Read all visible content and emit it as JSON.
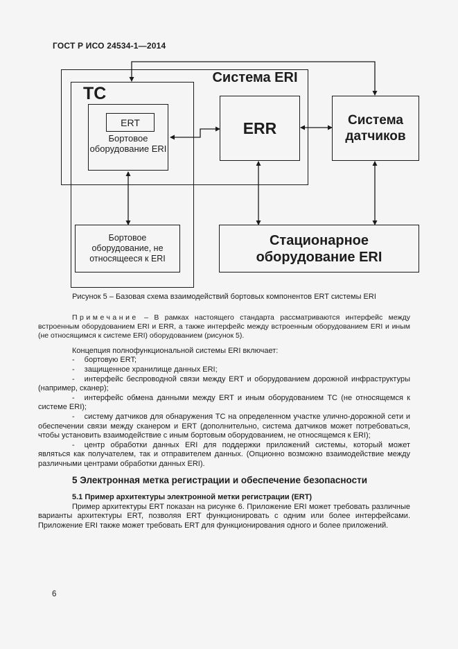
{
  "page": {
    "header": "ГОСТ Р ИСО 24534-1—2014",
    "page_number": "6"
  },
  "figure": {
    "caption": "Рисунок 5 – Базовая схема взаимодействий бортовых компонентов ERT системы ERI",
    "diagram": {
      "eri_system_label": "Система ERI",
      "vehicle_label": "ТС",
      "ert_label": "ERT",
      "onboard_eri_label": "Бортовое оборудование ERI",
      "err_label": "ERR",
      "sensor_system_label": "Система датчиков",
      "non_eri_onboard_label": "Бортовое оборудование, не относящееся к ERI",
      "stationary_label": "Стационарное оборудование ERI"
    }
  },
  "note": {
    "label": "Примечание",
    "text": "– В рамках настоящего стандарта рассматриваются интерфейс между встроенным оборудованием ERI и ERR, а также интерфейс между встроенным оборудованием ERI и иным (не относящимся к системе ERI) оборудованием (рисунок 5)."
  },
  "body": {
    "intro": "Концепция полнофункциональной системы ERI включает:",
    "bullet_dash": "-",
    "bullets": [
      "бортовую ERT;",
      "защищенное хранилище данных ERI;",
      "интерфейс беспроводной связи между ERT и оборудованием дорожной инфраструктуры (например, сканер);",
      "интерфейс обмена данными между ERT и иным оборудованием ТС (не относящемся к системе ERI);",
      "систему датчиков для обнаружения ТС на определенном участке улично-дорожной сети и обеспечении связи между сканером и ERT (дополнительно, система датчиков может потребоваться, чтобы установить взаимодействие с иным бортовым оборудованием, не относящемся к ERI);",
      "центр обработки данных ERI для поддержки приложений системы, который может являться как получателем, так и отправителем данных. (Опционно возможно взаимодействие между различными центрами обработки данных ERI)."
    ],
    "section5_heading": "5 Электронная метка регистрации и обеспечение безопасности",
    "section51_heading": "5.1 Пример архитектуры электронной метки регистрации (ERT)",
    "section51_paragraph": "Пример архитектуры ERT показан на рисунке 6. Приложение ERI может требовать различные варианты архитектуры ERT, позволяя ERT функционировать с одним или более интерфейсами. Приложение ERI также может требовать ERT для функционирования одного и более приложений."
  }
}
